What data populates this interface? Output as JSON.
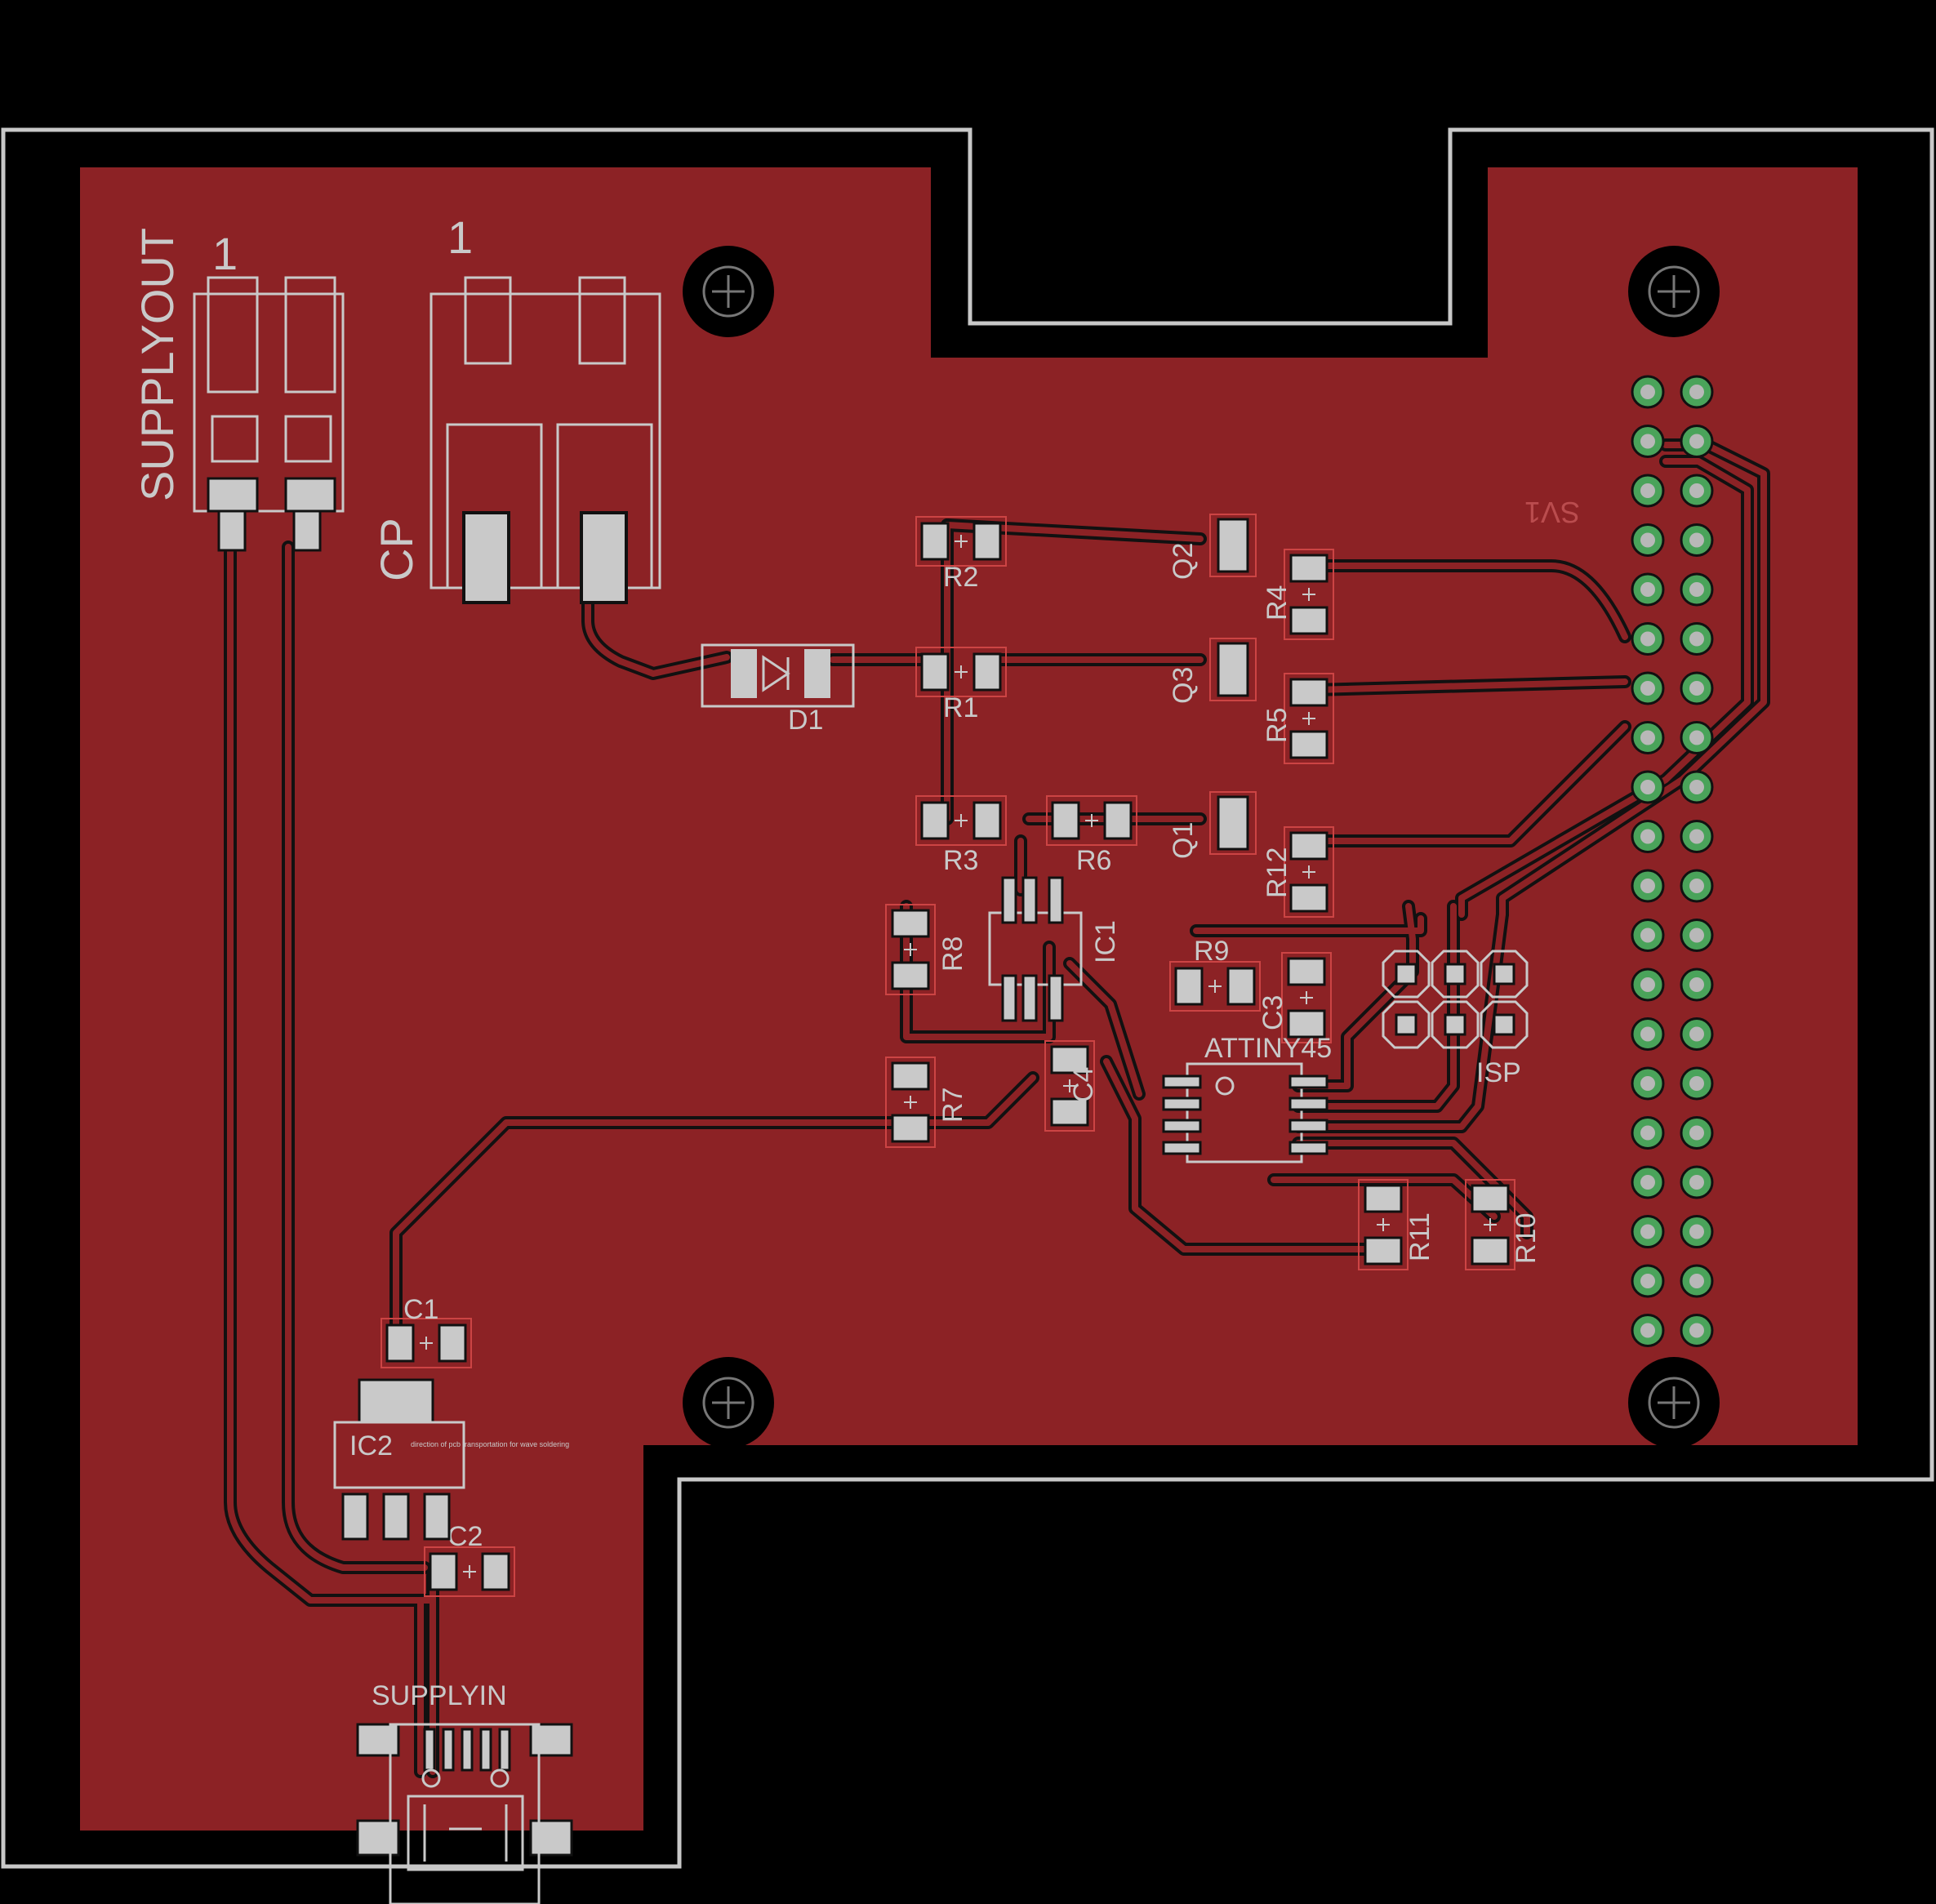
{
  "colors": {
    "background": "#000000",
    "copper": "#8c2225",
    "trace_outline": "#111111",
    "silkscreen": "#c9c9c9",
    "pad": "#c9c9c9",
    "board_outline": "#c8c8c8",
    "via_ring": "#4aa35a",
    "via_hole": "#b8b8b8"
  },
  "labels": {
    "supplyout": "SUPPLYOUT",
    "supplyout_pin": "1",
    "cp": "CP",
    "cp_pin": "1",
    "r1": "R1",
    "r2": "R2",
    "r3": "R3",
    "r4": "R4",
    "r5": "R5",
    "r6": "R6",
    "r7": "R7",
    "r8": "R8",
    "r9": "R9",
    "r10": "R10",
    "r11": "R11",
    "r12": "R12",
    "q1": "Q1",
    "q2": "Q2",
    "q3": "Q3",
    "d1": "D1",
    "ic1": "IC1",
    "ic2": "IC2",
    "c1": "C1",
    "c2": "C2",
    "c3": "C3",
    "c4": "C4",
    "attiny": "ATTINY45",
    "isp": "ISP",
    "sv1": "SV1",
    "supplyin": "SUPPLYIN",
    "ic2_note": "direction of pcb transportation for wave soldering"
  },
  "icons": {
    "mount_hole": "mounting-hole-icon",
    "header_pin": "header-pin-icon",
    "diode_symbol": "diode-icon"
  }
}
